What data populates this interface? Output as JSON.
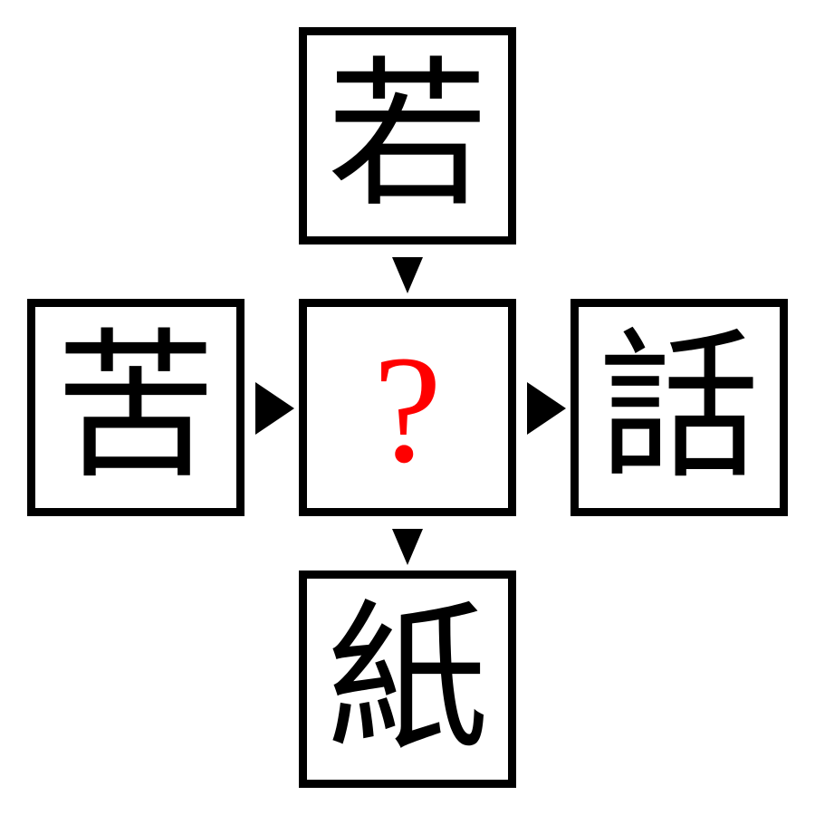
{
  "puzzle": {
    "top": "若",
    "left": "苦",
    "center": "?",
    "right": "話",
    "bottom": "紙"
  },
  "colors": {
    "question_mark": "#ff0000",
    "border": "#000000",
    "arrow": "#000000"
  },
  "icons": {
    "down_arrow": "triangle-down-icon",
    "right_arrow": "triangle-right-icon"
  }
}
